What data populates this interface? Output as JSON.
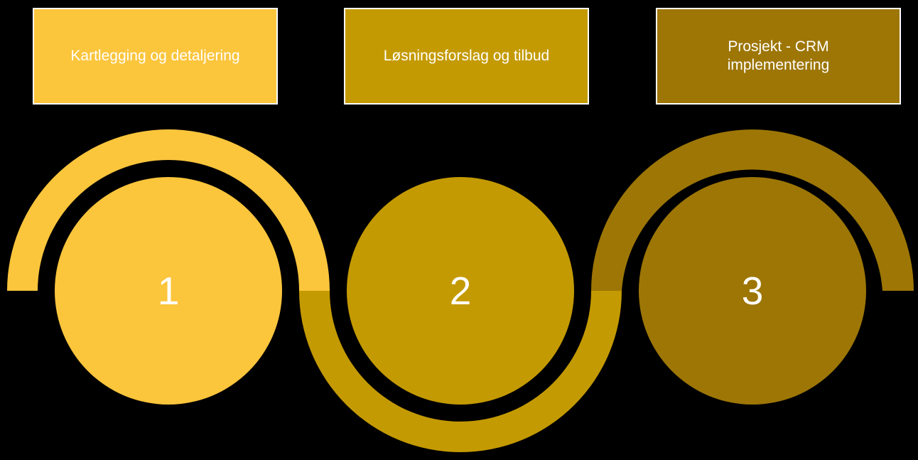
{
  "background": "#000000",
  "text_color": "#FFFFFF",
  "box_border_color": "#FFFFFF",
  "diagram_type": "three-stage-process-snake",
  "stages": [
    {
      "number": "1",
      "label": "Kartlegging og detaljering",
      "color": "#FBC53C"
    },
    {
      "number": "2",
      "label": "Løsningsforslag og tilbud",
      "color": "#C49A02"
    },
    {
      "number": "3",
      "label": "Prosjekt - CRM\nimplementering",
      "color": "#9D7606"
    }
  ]
}
